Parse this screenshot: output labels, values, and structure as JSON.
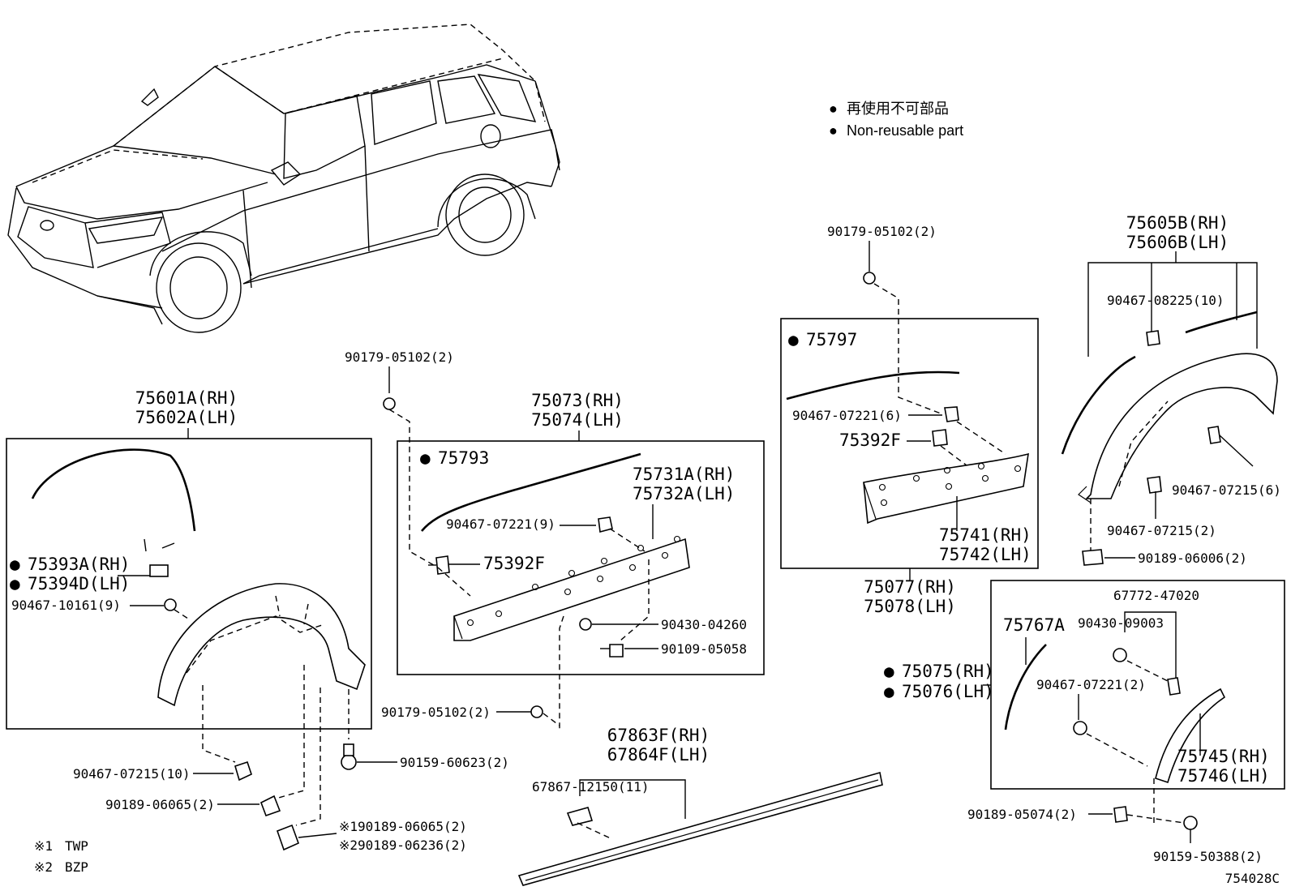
{
  "legend": {
    "marker": "●",
    "text_ja": "再使用不可部品",
    "text_en": "Non-reusable part"
  },
  "diagram_code": "754028C",
  "footnotes": [
    {
      "mark": "※1",
      "text": "TWP"
    },
    {
      "mark": "※2",
      "text": "BZP"
    }
  ],
  "labels": {
    "p75601A": "75601A(RH)",
    "p75602A": "75602A(LH)",
    "p75393A": "75393A(RH)",
    "p75394D": "75394D(LH)",
    "p90467_10161": "90467-10161(9)",
    "p90467_07215_10": "90467-07215(10)",
    "p90189_06065": "90189-06065(2)",
    "p1_90189_06065": "※190189-06065(2)",
    "p2_90189_06236": "※290189-06236(2)",
    "p90159_60623": "90159-60623(2)",
    "p90179_05102_a": "90179-05102(2)",
    "p75073": "75073(RH)",
    "p75074": "75074(LH)",
    "p75793": "75793",
    "p75731A": "75731A(RH)",
    "p75732A": "75732A(LH)",
    "p90467_07221_9": "90467-07221(9)",
    "p75392F_a": "75392F",
    "p90430_04260": "90430-04260",
    "p90109_05058": "90109-05058",
    "p90179_05102_b": "90179-05102(2)",
    "p67863F": "67863F(RH)",
    "p67864F": "67864F(LH)",
    "p67867_12150": "67867-12150(11)",
    "p90179_05102_c": "90179-05102(2)",
    "p75797": "75797",
    "p90467_07221_6": "90467-07221(6)",
    "p75392F_b": "75392F",
    "p75741": "75741(RH)",
    "p75742": "75742(LH)",
    "p75077": "75077(RH)",
    "p75078": "75078(LH)",
    "p75605B": "75605B(RH)",
    "p75606B": "75606B(LH)",
    "p90467_08225": "90467-08225(10)",
    "p90467_07215_6": "90467-07215(6)",
    "p90467_07215_2": "90467-07215(2)",
    "p90189_06006": "90189-06006(2)",
    "p67772_47020": "67772-47020",
    "p90430_09003": "90430-09003",
    "p75767A": "75767A",
    "p75075": "75075(RH)",
    "p75076": "75076(LH)",
    "p90467_07221_2": "90467-07221(2)",
    "p75745": "75745(RH)",
    "p75746": "75746(LH)",
    "p90189_05074": "90189-05074(2)",
    "p90159_50388": "90159-50388(2)"
  }
}
